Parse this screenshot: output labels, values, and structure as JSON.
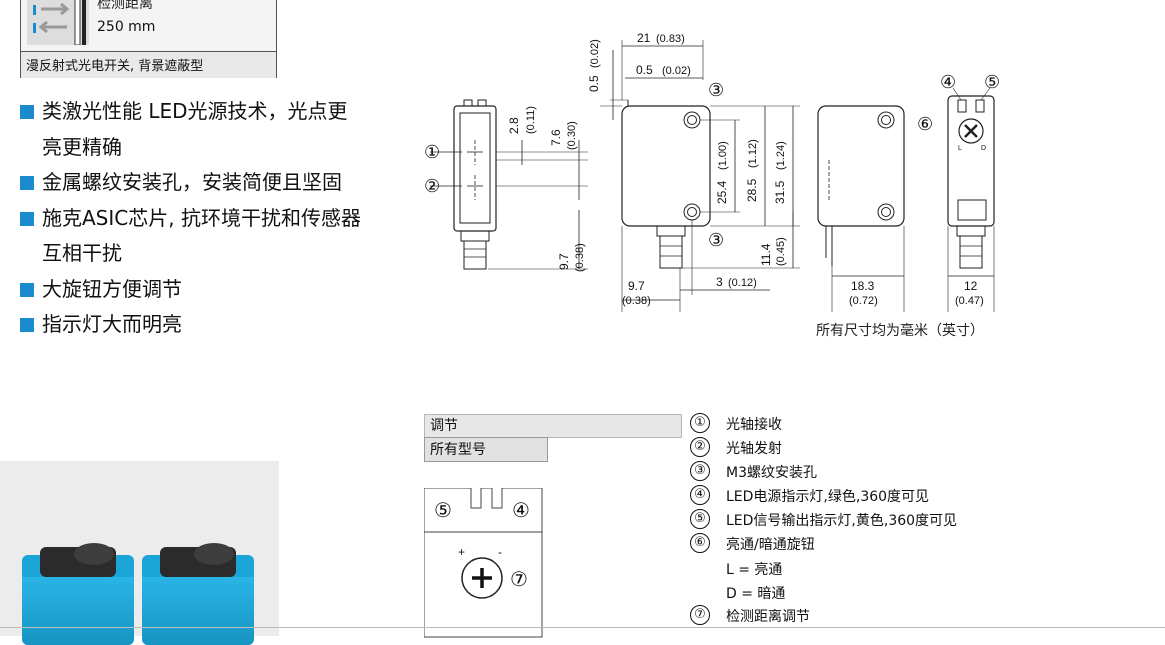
{
  "spec": {
    "range_label": "检测距离",
    "range_value": "250 mm",
    "caption": "漫反射式光电开关, 背景遮蔽型"
  },
  "features": [
    {
      "lines": [
        "类激光性能 LED光源技术，光点更",
        "亮更精确"
      ]
    },
    {
      "lines": [
        "金属螺纹安装孔，安装简便且坚固"
      ]
    },
    {
      "lines": [
        "施克ASIC芯片, 抗环境干扰和传感器",
        "互相干扰"
      ]
    },
    {
      "lines": [
        "大旋钮方便调节"
      ]
    },
    {
      "lines": [
        "指示灯大而明亮"
      ]
    }
  ],
  "colors": {
    "bullet": "#1a8ccd",
    "sensor_body": "#1aa5d6"
  },
  "drawing": {
    "dims": {
      "d21": "21",
      "d21_in": "(0.83)",
      "d05v": "0.5",
      "d05v_in": "(0.02)",
      "d05h": "0.5",
      "d05h_in": "(0.02)",
      "d28": "2.8",
      "d28_in": "(0.11)",
      "d76": "7.6",
      "d76_in": "(0.30)",
      "d97v": "9.7",
      "d97v_in": "(0.38)",
      "d254": "25.4",
      "d254_in": "(1.00)",
      "d285": "28.5",
      "d285_in": "(1.12)",
      "d315": "31.5",
      "d315_in": "(1.24)",
      "d114": "11.4",
      "d114_in": "(0.45)",
      "d97h": "9.7",
      "d97h_in": "(0.38)",
      "d3": "3",
      "d3_in": "(0.12)",
      "d183": "18.3",
      "d183_in": "(0.72)",
      "d12": "12",
      "d12_in": "(0.47)"
    },
    "callouts": [
      "①",
      "②",
      "③",
      "④",
      "⑤",
      "⑥"
    ],
    "knob_l": "L",
    "knob_d": "D",
    "note": "所有尺寸均为毫米（英寸）"
  },
  "tabs": {
    "adjust": "调节",
    "models": "所有型号"
  },
  "face": {
    "num_left": "⑤",
    "num_right": "④",
    "plus": "+",
    "minus": "-",
    "num_knob": "⑦"
  },
  "legend": [
    {
      "num": "①",
      "text": "光轴接收"
    },
    {
      "num": "②",
      "text": "光轴发射"
    },
    {
      "num": "③",
      "text": "M3螺纹安装孔"
    },
    {
      "num": "④",
      "text": "LED电源指示灯,绿色,360度可见"
    },
    {
      "num": "⑤",
      "text": "LED信号输出指示灯,黄色,360度可见"
    },
    {
      "num": "⑥",
      "text": "亮通/暗通旋钮"
    },
    {
      "num": "",
      "text": "L = 亮通"
    },
    {
      "num": "",
      "text": "D = 暗通"
    },
    {
      "num": "⑦",
      "text": "检测距离调节"
    }
  ]
}
